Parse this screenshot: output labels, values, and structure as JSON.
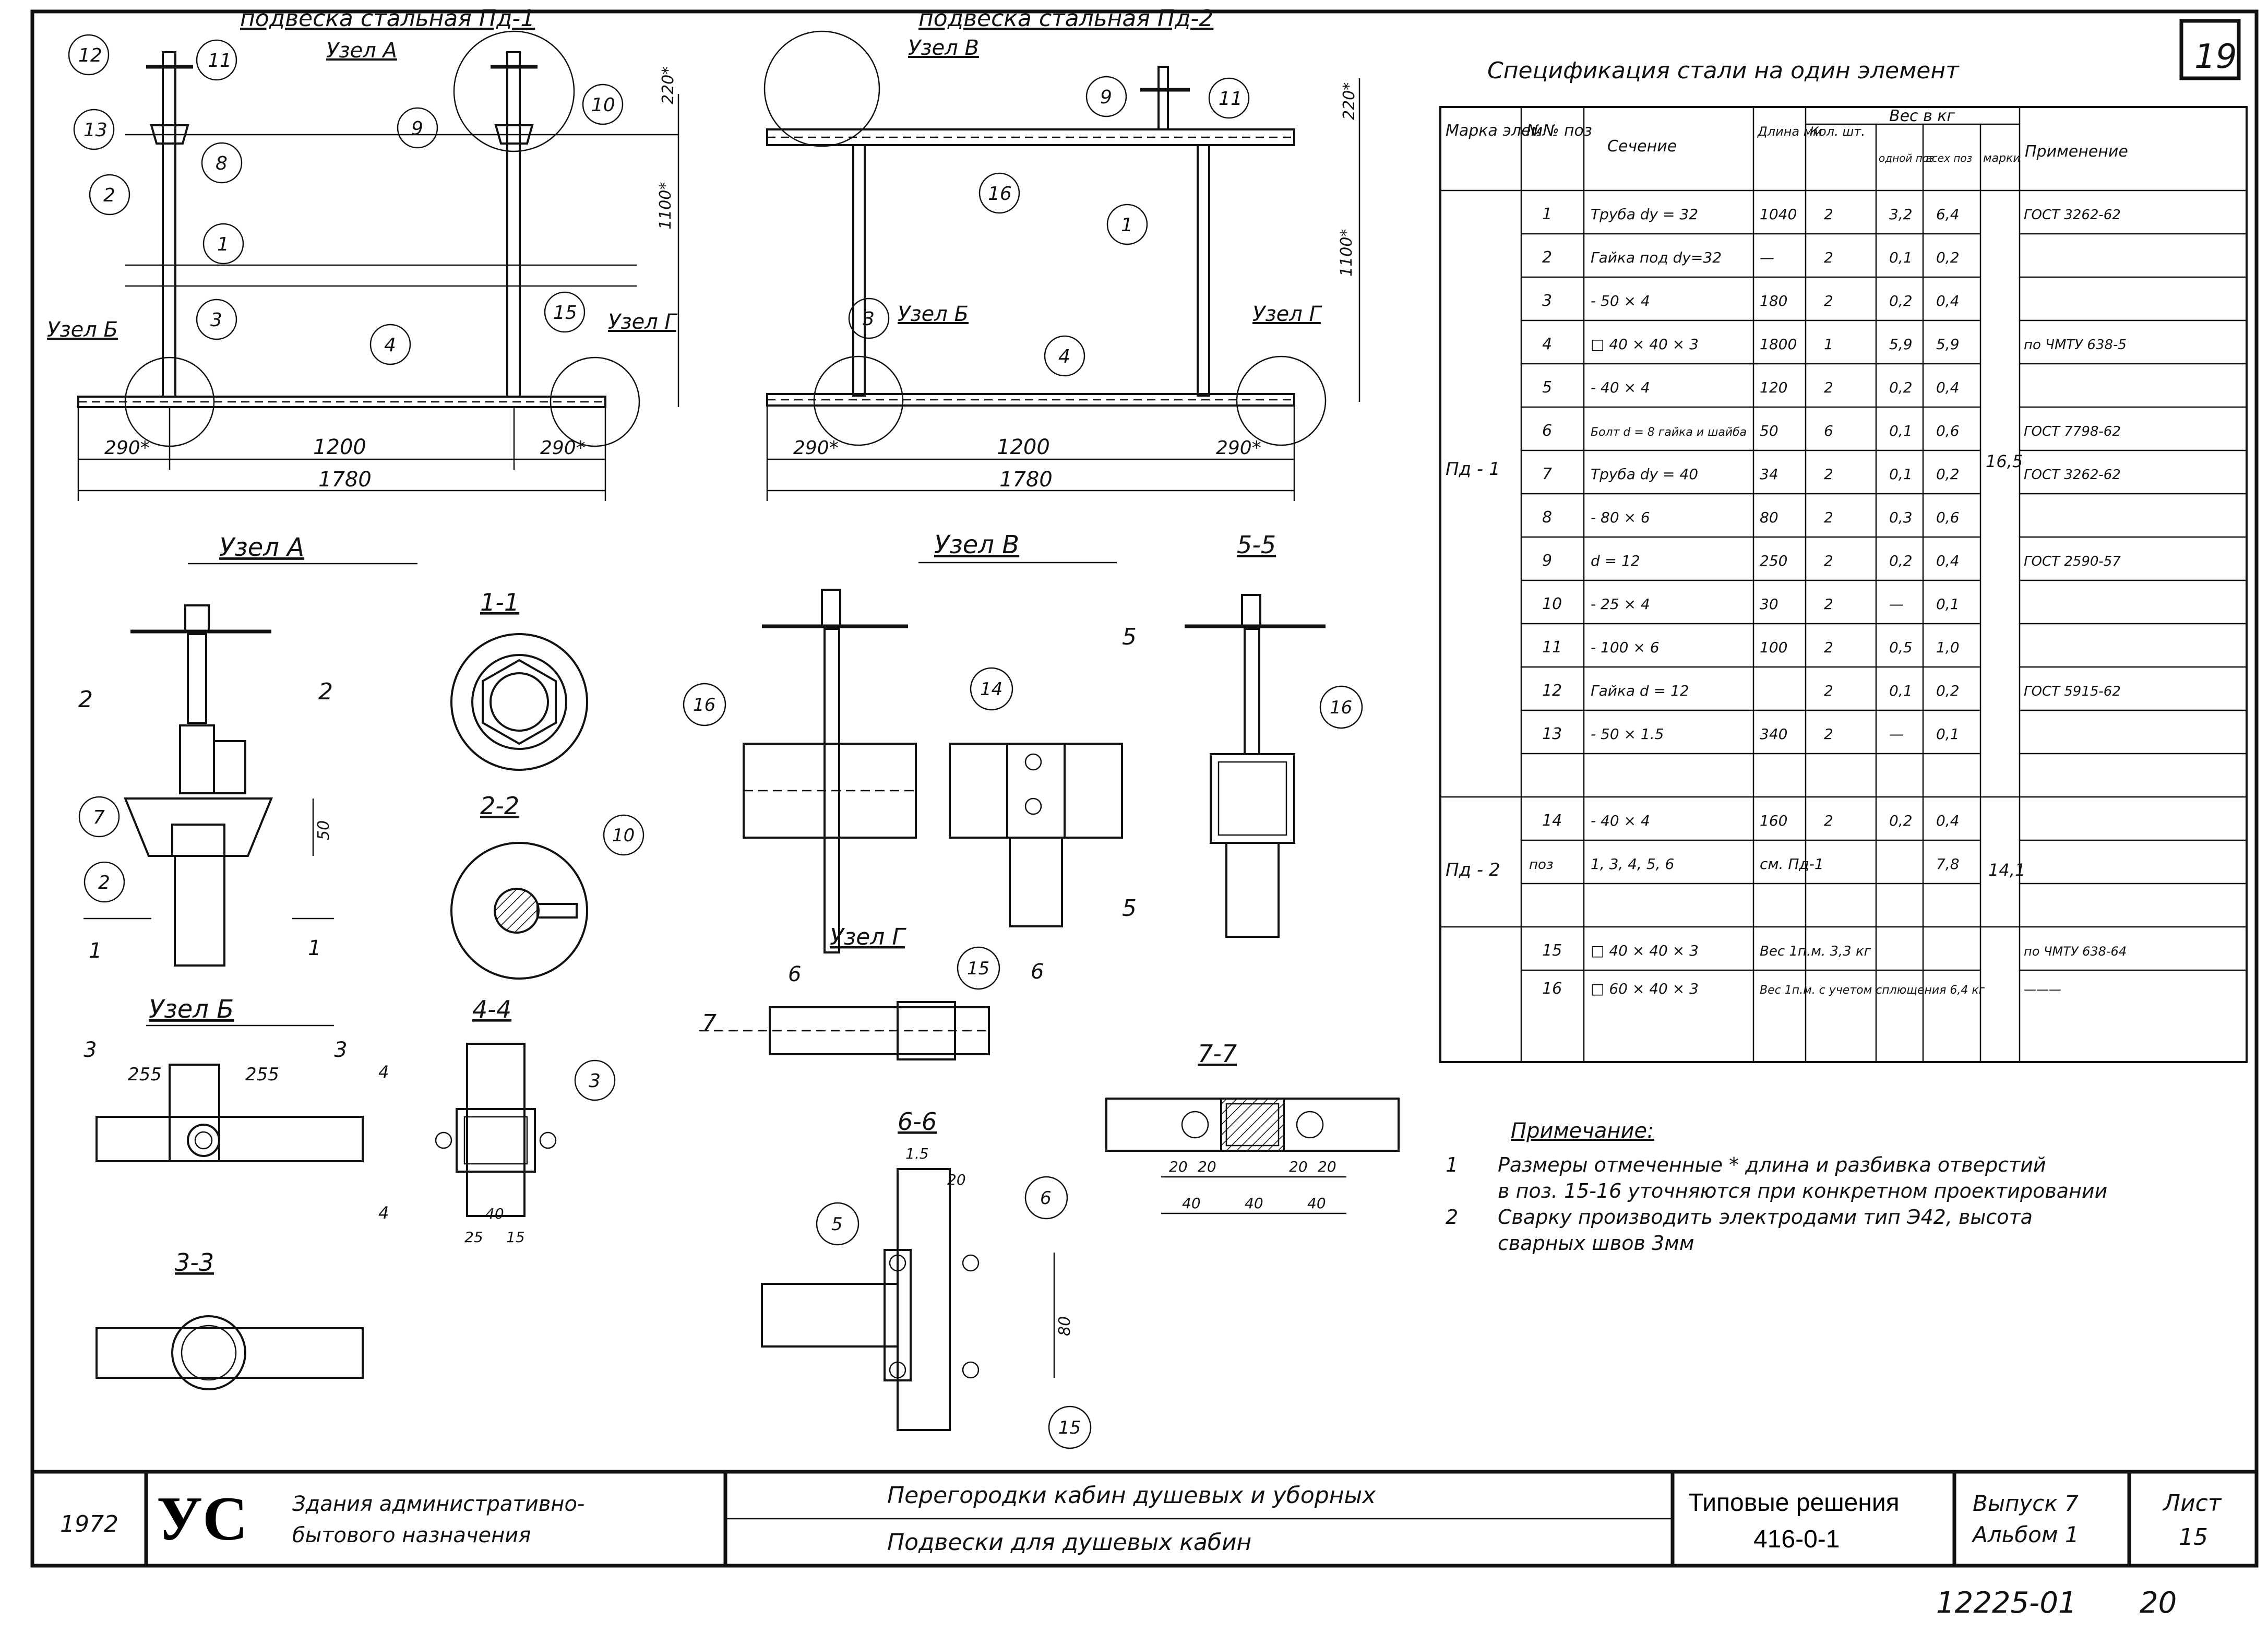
{
  "sheet": {
    "sheet_number_box": "19",
    "bottom_code": "12225-01",
    "bottom_page": "20"
  },
  "drawings": {
    "pd1_title": "подвеска стальная Пд-1",
    "pd2_title": "подвеска стальная Пд-2",
    "uzel_a": "Узел А",
    "uzel_b": "Узел Б",
    "uzel_v": "Узел В",
    "uzel_g": "Узел Г",
    "sec_1_1": "1-1",
    "sec_2_2": "2-2",
    "sec_3_3": "3-3",
    "sec_4_4": "4-4",
    "sec_5_5": "5-5",
    "sec_6_6": "6-6",
    "sec_7_7": "7-7",
    "dim_1780": "1780",
    "dim_1200": "1200",
    "dim_290": "290*",
    "dim_220": "220*",
    "dim_1100": "1100*",
    "dim_50": "50",
    "dim_25": "25",
    "dim_15": "15",
    "dim_40": "40",
    "dim_20": "20",
    "dim_80": "80",
    "dim_255": "255",
    "dim_1_5": "1.5",
    "dim_4": "4",
    "cut_1": "1",
    "cut_2": "2",
    "cut_3": "3",
    "cut_4": "4",
    "cut_5": "5",
    "cut_6": "6",
    "cut_7": "7",
    "callouts": [
      "1",
      "2",
      "3",
      "4",
      "5",
      "6",
      "7",
      "8",
      "9",
      "10",
      "11",
      "12",
      "13",
      "14",
      "15",
      "16"
    ]
  },
  "spec": {
    "title": "Спецификация стали на один элемент",
    "headers": {
      "marka": "Марка элем",
      "nn": "№№ поз",
      "sechenie": "Сечение",
      "dlina": "Длина мм",
      "kol": "Кол. шт.",
      "ves": "Вес в кг",
      "odnoi": "одной поз",
      "vseh": "всех поз",
      "marki": "марки",
      "primenenie": "Применение"
    },
    "group1_mark": "Пд - 1",
    "group1_total": "16,5",
    "rows1": [
      {
        "pos": "1",
        "sec": "Труба dy = 32",
        "len": "1040",
        "qty": "2",
        "one": "3,2",
        "all": "6,4",
        "std": "ГОСТ 3262-62"
      },
      {
        "pos": "2",
        "sec": "Гайка под dy=32",
        "len": "—",
        "qty": "2",
        "one": "0,1",
        "all": "0,2",
        "std": ""
      },
      {
        "pos": "3",
        "sec": "- 50 × 4",
        "len": "180",
        "qty": "2",
        "one": "0,2",
        "all": "0,4",
        "std": ""
      },
      {
        "pos": "4",
        "sec": "□ 40 × 40 × 3",
        "len": "1800",
        "qty": "1",
        "one": "5,9",
        "all": "5,9",
        "std": "по ЧМТУ 638-5"
      },
      {
        "pos": "5",
        "sec": "- 40 × 4",
        "len": "120",
        "qty": "2",
        "one": "0,2",
        "all": "0,4",
        "std": ""
      },
      {
        "pos": "6",
        "sec": "Болт d = 8 гайка и шайба",
        "len": "50",
        "qty": "6",
        "one": "0,1",
        "all": "0,6",
        "std": "ГОСТ 7798-62"
      },
      {
        "pos": "7",
        "sec": "Труба dy = 40",
        "len": "34",
        "qty": "2",
        "one": "0,1",
        "all": "0,2",
        "std": "ГОСТ 3262-62"
      },
      {
        "pos": "8",
        "sec": "- 80 × 6",
        "len": "80",
        "qty": "2",
        "one": "0,3",
        "all": "0,6",
        "std": ""
      },
      {
        "pos": "9",
        "sec": "d = 12",
        "len": "250",
        "qty": "2",
        "one": "0,2",
        "all": "0,4",
        "std": "ГОСТ 2590-57"
      },
      {
        "pos": "10",
        "sec": "- 25 × 4",
        "len": "30",
        "qty": "2",
        "one": "—",
        "all": "0,1",
        "std": ""
      },
      {
        "pos": "11",
        "sec": "- 100 × 6",
        "len": "100",
        "qty": "2",
        "one": "0,5",
        "all": "1,0",
        "std": ""
      },
      {
        "pos": "12",
        "sec": "Гайка d = 12",
        "len": "",
        "qty": "2",
        "one": "0,1",
        "all": "0,2",
        "std": "ГОСТ 5915-62"
      },
      {
        "pos": "13",
        "sec": "- 50 × 1.5",
        "len": "340",
        "qty": "2",
        "one": "—",
        "all": "0,1",
        "std": ""
      }
    ],
    "group2_mark": "Пд - 2",
    "group2_total": "14,1",
    "row14": {
      "pos": "14",
      "sec": "- 40 × 4",
      "len": "160",
      "qty": "2",
      "one": "0,2",
      "all": "0,4"
    },
    "row_see": {
      "pos": "поз",
      "sec": "1, 3, 4, 5, 6",
      "see": "см.  Пд-1",
      "all": "7,8"
    },
    "row15": {
      "pos": "15",
      "sec": "□ 40 × 40 × 3",
      "note": "Вес 1п.м.  3,3 кг",
      "std": "по ЧМТУ 638-64"
    },
    "row16": {
      "pos": "16",
      "sec": "□ 60 × 40 × 3",
      "note": "Вес 1п.м. с учетом сплющения 6,4 кг",
      "std": "———"
    }
  },
  "notes": {
    "title": "Примечание:",
    "n1_num": "1",
    "n1_a": "Размеры отмеченные * длина и разбивка отверстий",
    "n1_b": "в поз. 15-16 уточняются при конкретном проектировании",
    "n2_num": "2",
    "n2_a": "Сварку производить электродами тип Э42, высота",
    "n2_b": "сварных швов        3мм"
  },
  "title_block": {
    "year": "1972",
    "logo": "УС",
    "building_1": "Здания административно-",
    "building_2": "бытового назначения",
    "subject_1": "Перегородки кабин душевых и уборных",
    "subject_2": "Подвески для душевых кабин",
    "series_1": "Типовые решения",
    "series_2": "416-0-1",
    "issue_1": "Выпуск 7",
    "issue_2": "Альбом 1",
    "sheet_1": "Лист",
    "sheet_2": "15"
  }
}
